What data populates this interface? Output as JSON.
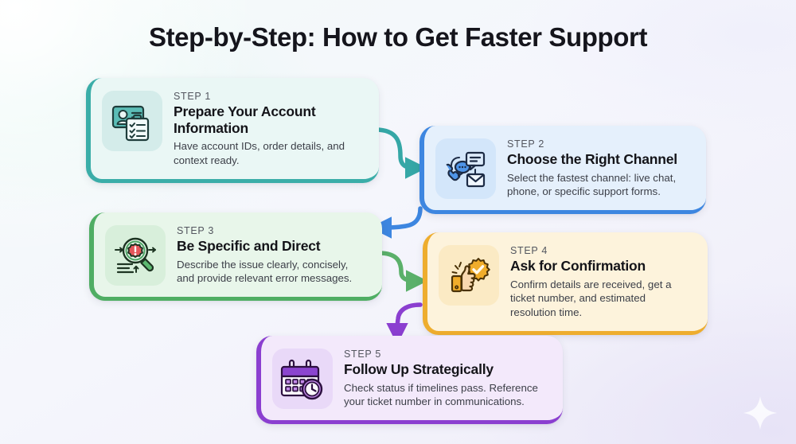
{
  "page": {
    "title": "Step-by-Step: How to Get Faster Support",
    "background_colors": {
      "top_left_tint": "#e6f7f4",
      "bottom_right_tint": "#e7e3f7",
      "base": "#f5f6fc"
    },
    "decoration": {
      "sparkle_icon": "sparkle-star-icon",
      "color": "#ffffff"
    }
  },
  "steps": [
    {
      "label": "STEP 1",
      "title": "Prepare Your Account Information",
      "description": "Have account IDs, order details, and context ready.",
      "accent": "#3aada8",
      "card_bg": "#eaf7f5",
      "icon_bg": "#d4ecea",
      "icon": "id-card-clipboard-icon"
    },
    {
      "label": "STEP 2",
      "title": "Choose the Right Channel",
      "description": "Select the fastest channel: live chat, phone, or specific support forms.",
      "accent": "#3d86e0",
      "card_bg": "#e5f0fc",
      "icon_bg": "#d3e6fa",
      "icon": "phone-chat-mail-icon"
    },
    {
      "label": "STEP 3",
      "title": "Be Specific and Direct",
      "description": "Describe the issue clearly, concisely, and provide relevant error messages.",
      "accent": "#4fae63",
      "card_bg": "#e8f6ea",
      "icon_bg": "#d8efdb",
      "icon": "magnifier-error-icon"
    },
    {
      "label": "STEP 4",
      "title": "Ask for Confirmation",
      "description": "Confirm details are received, get a ticket number, and estimated resolution time.",
      "accent": "#eead2e",
      "card_bg": "#fdf3dc",
      "icon_bg": "#fbeac4",
      "icon": "thumbs-up-verified-icon"
    },
    {
      "label": "STEP 5",
      "title": "Follow Up Strategically",
      "description": "Check status if timelines pass. Reference your ticket number in communications.",
      "accent": "#8b3fd0",
      "card_bg": "#f3e9fb",
      "icon_bg": "#e9d9f8",
      "icon": "calendar-clock-icon"
    }
  ],
  "connectors": [
    {
      "from": "STEP 1",
      "to": "STEP 2",
      "color": "#35a7a6",
      "direction": "right-down"
    },
    {
      "from": "STEP 2",
      "to": "STEP 3",
      "color": "#3d86e0",
      "direction": "left-down"
    },
    {
      "from": "STEP 3",
      "to": "STEP 4",
      "color": "#5bb06a",
      "direction": "right-down"
    },
    {
      "from": "STEP 4",
      "to": "STEP 5",
      "color": "#8b3fd0",
      "direction": "left-down"
    }
  ]
}
